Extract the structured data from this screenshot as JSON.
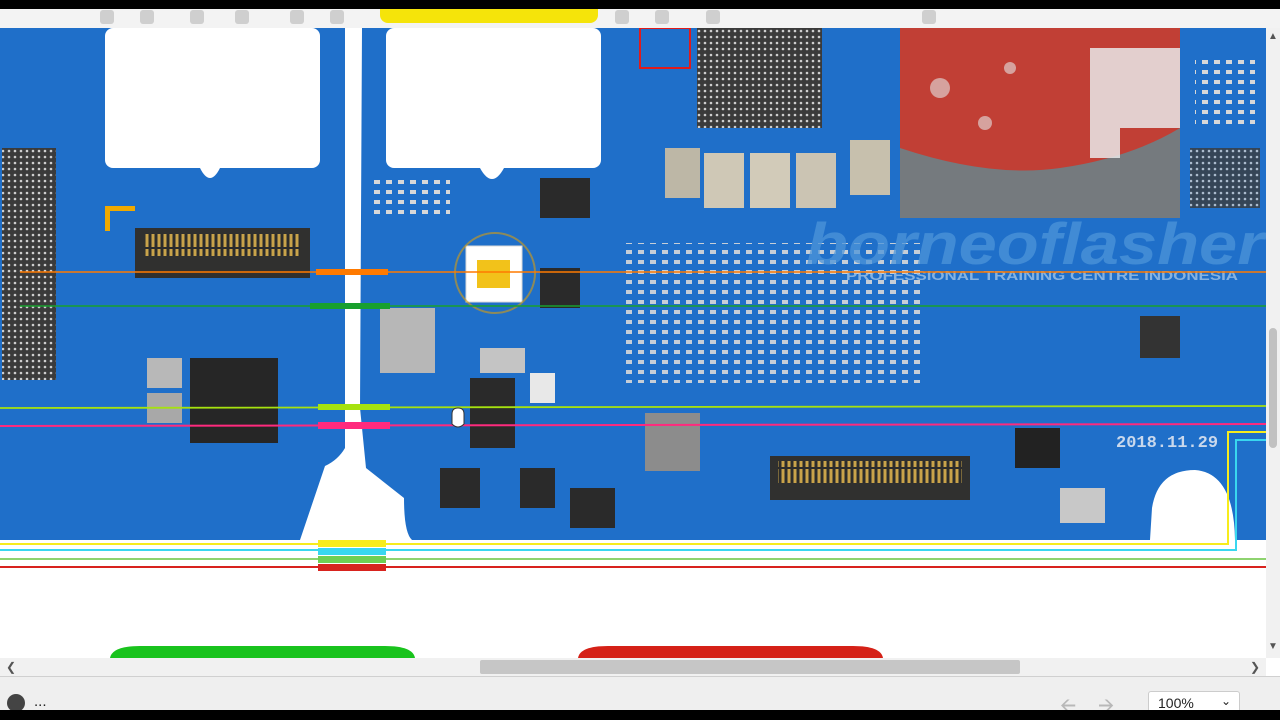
{
  "viewer": {
    "status_text": "...",
    "zoom": "100%",
    "icons": {
      "status": "circle-icon",
      "back": "arrow-left-icon",
      "forward": "arrow-right-icon",
      "zoom_dropdown": "chevron-down-icon",
      "scroll_up": "chevron-up-icon",
      "scroll_down": "chevron-down-icon",
      "scroll_left": "chevron-left-icon",
      "scroll_right": "chevron-right-icon"
    }
  },
  "board": {
    "watermark_brand": "borneoflasher",
    "watermark_tagline": "PROFESSIONAL TRAINING CENTRE INDONESIA",
    "date_stamp": "2018.11.29"
  },
  "colors": {
    "pcb_blue": "#1f6fc9",
    "trace_orange": "#ff7a00",
    "trace_green": "#18a02e",
    "trace_lime": "#a6e20f",
    "trace_pink": "#ff2a7d",
    "trace_yellow": "#f7ec1d",
    "trace_cyan": "#39d7ef",
    "trace_red": "#d8231e",
    "legend_green": "#19c31d",
    "legend_red": "#d52117"
  }
}
